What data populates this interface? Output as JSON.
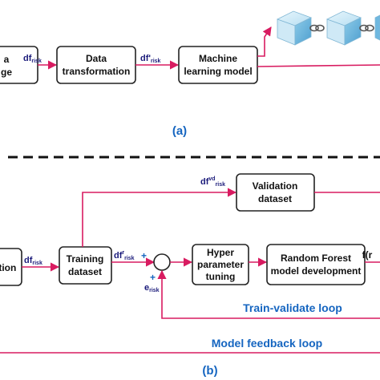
{
  "panel_a": {
    "label": "(a)",
    "source_box": {
      "line1": "a",
      "line2": "ge"
    },
    "signal_1": {
      "base": "df",
      "sub": "risk"
    },
    "transform_box": {
      "line1": "Data",
      "line2": "transformation"
    },
    "signal_2": {
      "base": "df'",
      "sub": "risk"
    },
    "ml_box": {
      "line1": "Machine",
      "line2": "learning model"
    }
  },
  "panel_b": {
    "label": "(b)",
    "source_box": {
      "line1": "ation"
    },
    "signal_1": {
      "base": "df",
      "sub": "risk"
    },
    "training_box": {
      "line1": "Training",
      "line2": "dataset"
    },
    "signal_vd": {
      "base": "df",
      "sup": "vd",
      "sub": "risk"
    },
    "validation_box": {
      "line1": "Validation",
      "line2": "dataset"
    },
    "signal_tr": {
      "base": "df",
      "sup": "r",
      "sub": "risk"
    },
    "plus_top": "+",
    "plus_bottom": "+",
    "error_signal": {
      "base": "e",
      "sub": "risk"
    },
    "hyper_box": {
      "line1": "Hyper",
      "line2": "parameter",
      "line3": "tuning"
    },
    "rf_box": {
      "line1": "Random Forest",
      "line2": "model development"
    },
    "output_signal": {
      "text": "f(r"
    },
    "train_loop_label": "Train-validate loop",
    "feedback_loop_label": "Model feedback loop"
  },
  "colors": {
    "arrow": "#d81b60",
    "loop_text": "#1565c0",
    "signal_text": "#1a1a7a",
    "cube_blue": "#6fb8e0"
  }
}
